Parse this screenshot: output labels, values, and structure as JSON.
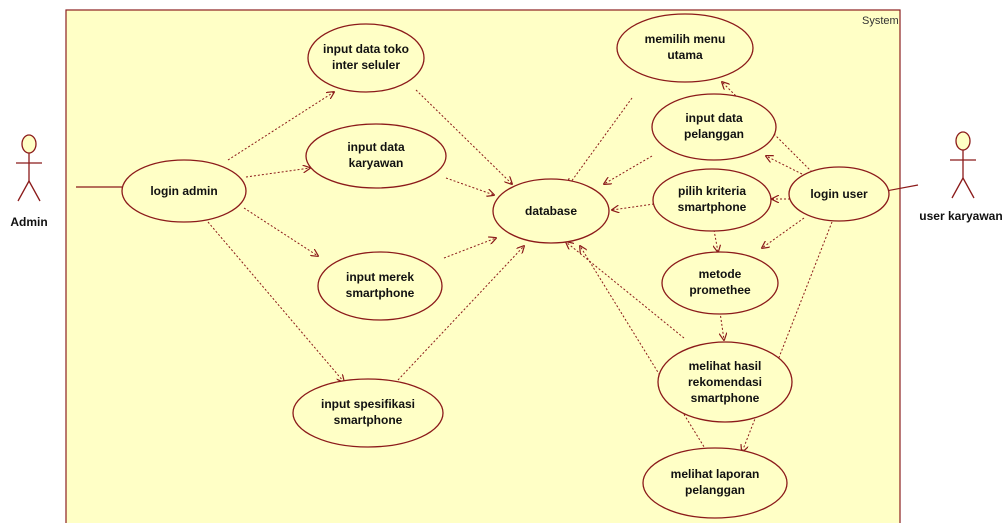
{
  "system": {
    "label": "System"
  },
  "actors": {
    "admin": {
      "label": "Admin"
    },
    "user": {
      "label": "user karyawan"
    }
  },
  "use_cases": {
    "input_toko": {
      "lines": [
        "input data toko",
        "inter seluler"
      ]
    },
    "input_karyawan": {
      "lines": [
        "input data",
        "karyawan"
      ]
    },
    "login_admin": {
      "lines": [
        "login admin"
      ]
    },
    "input_merek": {
      "lines": [
        "input merek",
        "smartphone"
      ]
    },
    "input_spesifikasi": {
      "lines": [
        "input spesifikasi",
        "smartphone"
      ]
    },
    "database": {
      "lines": [
        "database"
      ]
    },
    "memilih_menu": {
      "lines": [
        "memilih menu",
        "utama"
      ]
    },
    "input_pelanggan": {
      "lines": [
        "input data",
        "pelanggan"
      ]
    },
    "pilih_kriteria": {
      "lines": [
        "pilih kriteria",
        "smartphone"
      ]
    },
    "login_user": {
      "lines": [
        "login user"
      ]
    },
    "metode": {
      "lines": [
        "metode",
        "promethee"
      ]
    },
    "melihat_hasil": {
      "lines": [
        "melihat hasil",
        "rekomendasi",
        "smartphone"
      ]
    },
    "melihat_laporan": {
      "lines": [
        "melihat laporan",
        "pelanggan"
      ]
    }
  },
  "colors": {
    "system_fill": "#ffffc6",
    "system_border": "#8b2020",
    "usecase_fill": "#ffffc6",
    "usecase_border": "#8b1a1a",
    "line": "#8b1a1a",
    "actor": "#8b1a1a"
  }
}
